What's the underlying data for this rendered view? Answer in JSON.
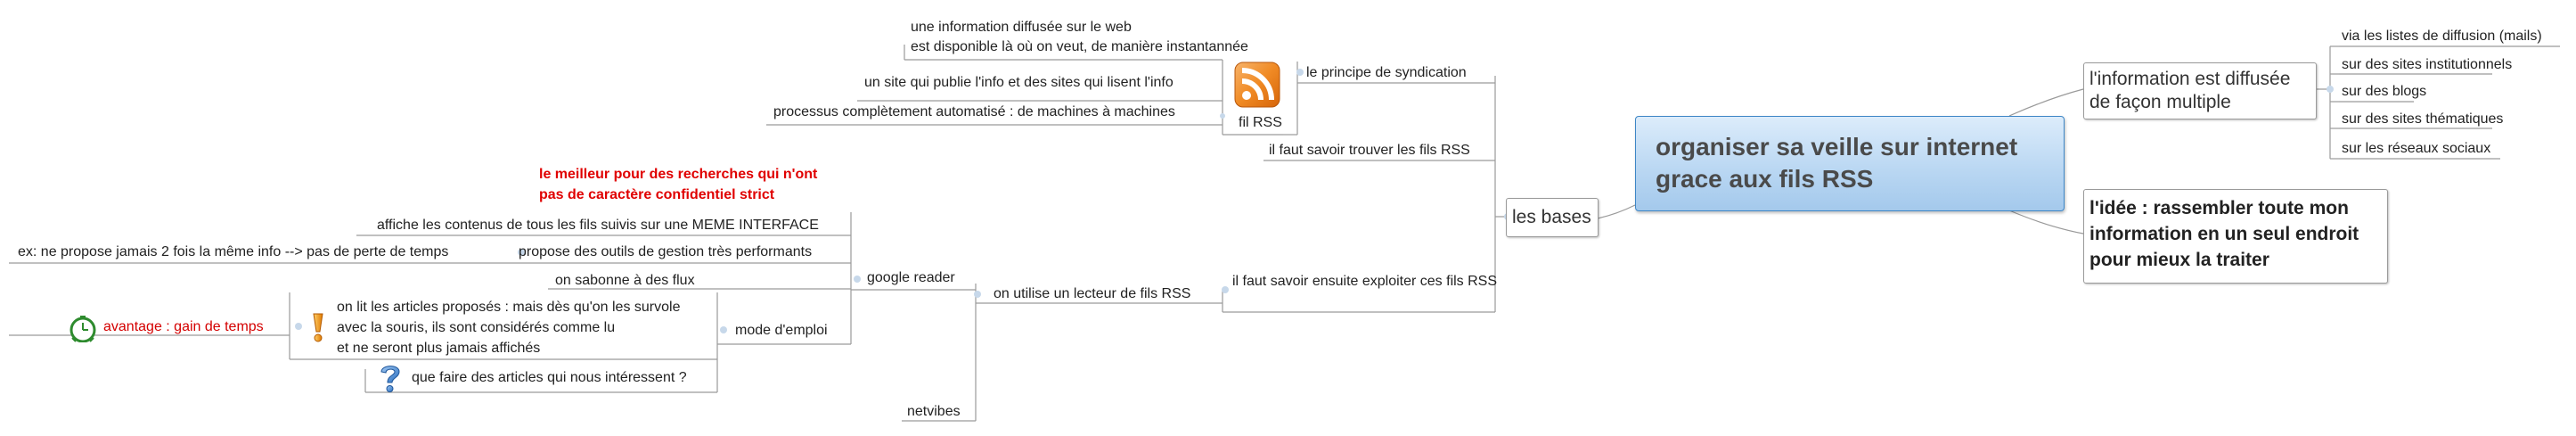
{
  "central": {
    "line1": "organiser sa veille sur internet",
    "line2": "grace aux fils RSS"
  },
  "right": {
    "info": {
      "line1": "l'information est diffusée",
      "line2": "de façon multiple",
      "items": [
        "via les listes de diffusion (mails)",
        "sur des sites institutionnels",
        "sur des blogs",
        "sur des sites thématiques",
        "sur les réseaux sociaux"
      ]
    },
    "idea": {
      "line1": "l'idée : rassembler toute mon",
      "line2": "information en un seul endroit",
      "line3": "pour mieux la traiter"
    }
  },
  "bases": {
    "label": "les bases",
    "syndication": {
      "label": "le principe de syndication",
      "info_line1": "une information diffusée sur le web",
      "info_line2": "est disponible là où on veut, de manière instantannée",
      "fil_rss": "fil RSS",
      "site": "un site qui publie l'info et des sites qui lisent l'info",
      "process": "processus complètement automatisé : de machines à machines"
    },
    "find": "il faut savoir trouver les fils RSS",
    "exploit": "il faut savoir ensuite exploiter ces fils RSS",
    "reader": {
      "label": "on utilise un lecteur de fils RSS",
      "google": {
        "label": "google reader",
        "best_line1": "le meilleur pour des recherches qui n'ont",
        "best_line2": "pas de caractère confidentiel strict",
        "display": "affiche les contenus de tous les fils suivis sur une MEME INTERFACE",
        "tools": "propose des outils de gestion très performants",
        "ex": "ex: ne propose jamais 2 fois la même info --> pas de perte de temps",
        "mode": {
          "label": "mode d'emploi",
          "subscribe": "on sabonne à des flux",
          "read_line1": "on lit les articles proposés : mais dès qu'on les survole",
          "read_line2": "avec la souris, ils sont considérés comme lu",
          "read_line3": "et ne seront plus jamais affichés",
          "advantage": "avantage : gain de temps",
          "question": "que faire des articles qui nous intéressent ?"
        }
      },
      "netvibes": "netvibes"
    }
  },
  "colors": {
    "central_border": "#3d86c6",
    "line": "#9a9a9a",
    "red": "#e00000",
    "rss_orange": "#f08a24"
  },
  "icons": [
    "rss-icon",
    "exclamation-icon",
    "clock-icon",
    "question-icon"
  ]
}
